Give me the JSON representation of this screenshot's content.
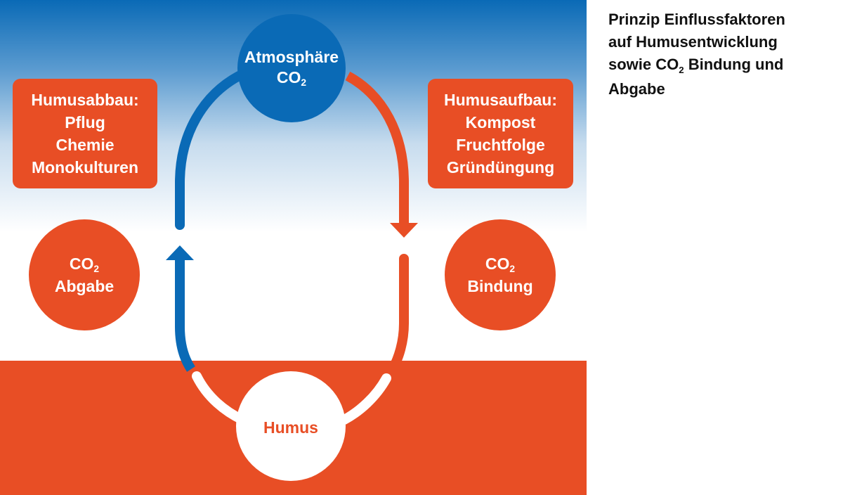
{
  "colors": {
    "blue": "#0a6ab6",
    "orange": "#e84e25",
    "white": "#ffffff",
    "sky_top": "#0a6ab6",
    "sky_bottom": "#ffffff",
    "soil": "#e84e25"
  },
  "title": {
    "line1": "Prinzip Einflussfaktoren",
    "line2": "auf Humusentwicklung",
    "line3_pre": "sowie CO",
    "line3_sub": "2",
    "line3_post": " Bindung und",
    "line4": "Abgabe"
  },
  "atmosphere": {
    "label": "Atmosphäre",
    "co2_text": "CO",
    "co2_sub": "2"
  },
  "humus": {
    "label": "Humus"
  },
  "decomposition": {
    "heading": "Humusabbau:",
    "items": [
      "Pflug",
      "Chemie",
      "Monokulturen"
    ]
  },
  "buildup": {
    "heading": "Humusaufbau:",
    "items": [
      "Kompost",
      "Fruchtfolge",
      "Gründüngung"
    ]
  },
  "emission": {
    "co2_text": "CO",
    "co2_sub": "2",
    "label": "Abgabe"
  },
  "binding": {
    "co2_text": "CO",
    "co2_sub": "2",
    "label": "Bindung"
  }
}
